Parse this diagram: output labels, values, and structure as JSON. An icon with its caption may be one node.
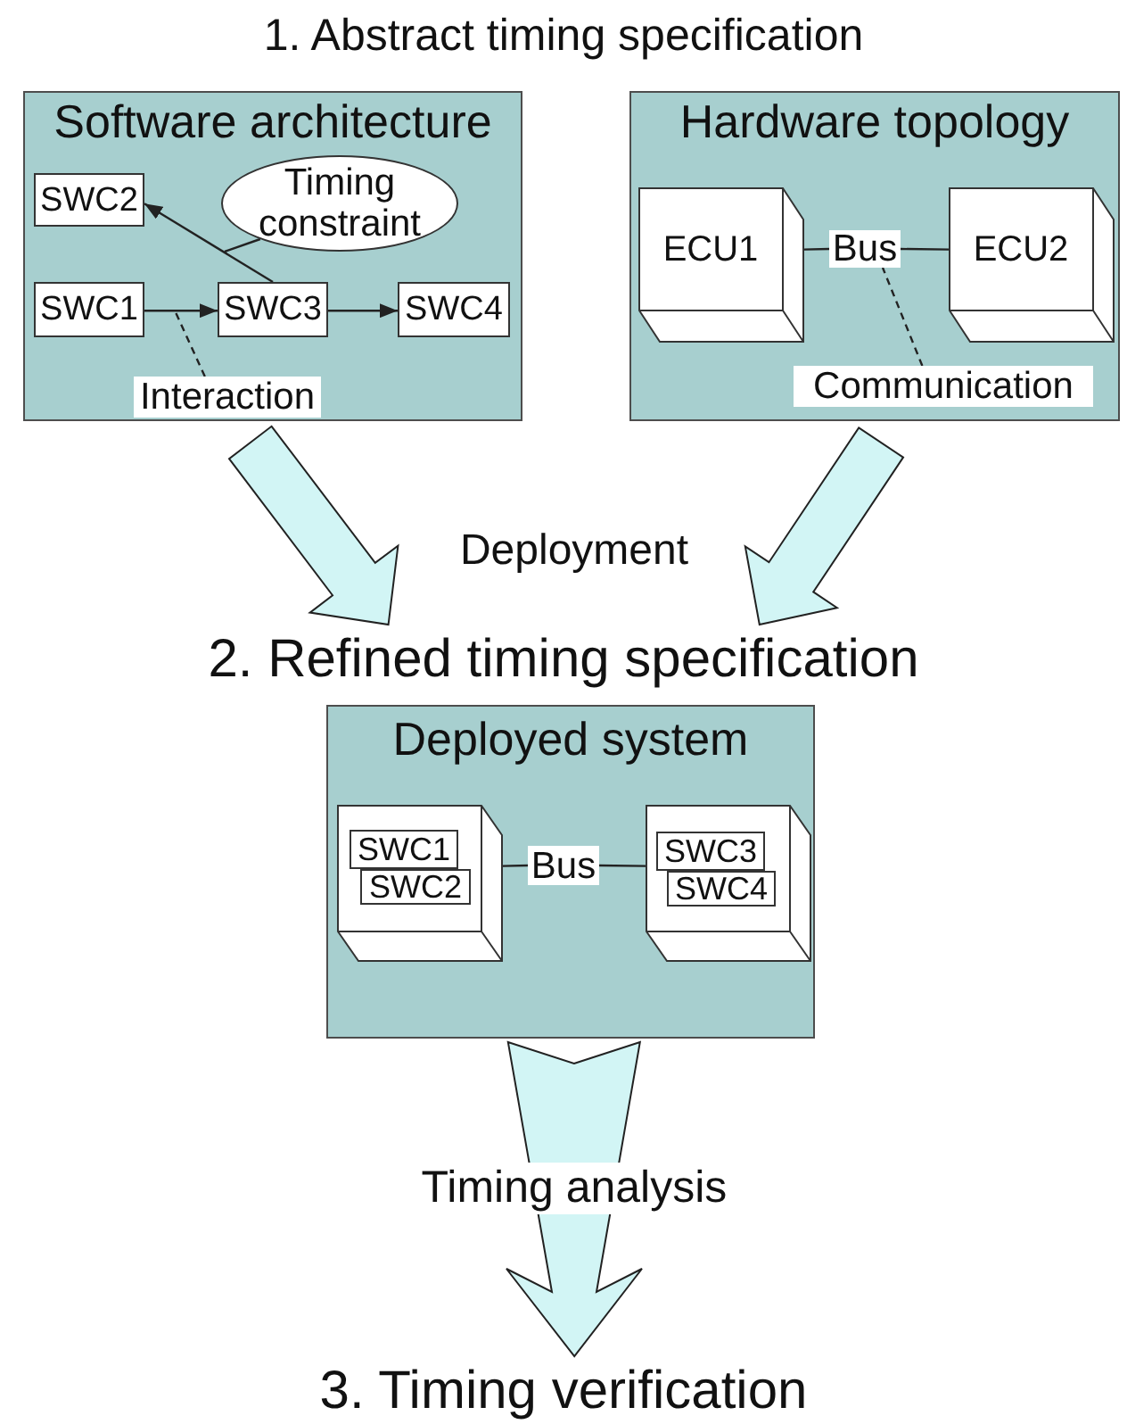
{
  "diagram": {
    "nodes": [
      {
        "text": [
          "Software architecture"
        ]
      },
      {
        "text": [
          "SWC2"
        ],
        "in": 0
      },
      {
        "text": [
          "Timing constraint"
        ],
        "in": 0
      },
      {
        "text": [
          "SWC1"
        ],
        "in": 0
      },
      {
        "text": [
          "SWC3"
        ],
        "in": 0
      },
      {
        "text": [
          "SWC4"
        ],
        "in": 0
      },
      {
        "text": [
          "Interaction"
        ],
        "in": 0
      },
      {
        "text": [
          "Hardware topology"
        ]
      },
      {
        "text": [
          "ECU1"
        ],
        "in": 7
      },
      {
        "text": [
          "Bus"
        ],
        "in": 7
      },
      {
        "text": [
          "ECU2"
        ],
        "in": 7
      },
      {
        "text": [
          "Communication"
        ],
        "in": 7
      },
      {
        "text": [
          "2. Refined timing specification"
        ]
      },
      {
        "text": [
          "Deployed system"
        ]
      },
      {
        "text": [],
        "shape": "box",
        "in": 13
      },
      {
        "text": [
          "SWC1"
        ],
        "in": 14
      },
      {
        "text": [
          "SWC2"
        ],
        "in": 14
      },
      {
        "text": [
          "Bus"
        ],
        "in": 13
      },
      {
        "text": [],
        "shape": "box",
        "in": 13
      },
      {
        "text": [
          "SWC3"
        ],
        "in": 18
      },
      {
        "text": [
          "SWC4"
        ],
        "in": 18
      },
      {
        "text": [
          "3. Timing verification"
        ]
      }
    ],
    "edges": [
      {
        "from": 3,
        "to": 4,
        "arrow": "to"
      },
      {
        "from": 4,
        "to": 1,
        "arrow": "to"
      },
      {
        "from": 4,
        "to": 5,
        "arrow": "to"
      },
      {
        "from": 2,
        "to": null,
        "arrow": "none"
      },
      {
        "from": 6,
        "to": null,
        "arrow": "none",
        "style": "dashed"
      },
      {
        "from": 8,
        "to": 9,
        "arrow": "none"
      },
      {
        "from": 9,
        "to": 10,
        "arrow": "none"
      },
      {
        "from": 11,
        "to": 9,
        "arrow": "none",
        "style": "dashed"
      },
      {
        "from": 0,
        "to": 12,
        "arrow": "to",
        "style": "thick"
      },
      {
        "from": 7,
        "to": 12,
        "arrow": "to",
        "style": "thick"
      },
      {
        "from": 14,
        "to": 17,
        "arrow": "none"
      },
      {
        "from": 17,
        "to": 18,
        "arrow": "none"
      },
      {
        "from": 13,
        "to": 21,
        "arrow": "to",
        "style": "thick",
        "label": "Timing analysis"
      }
    ],
    "labels": [
      "1. Abstract timing specification",
      "Deployment"
    ]
  }
}
